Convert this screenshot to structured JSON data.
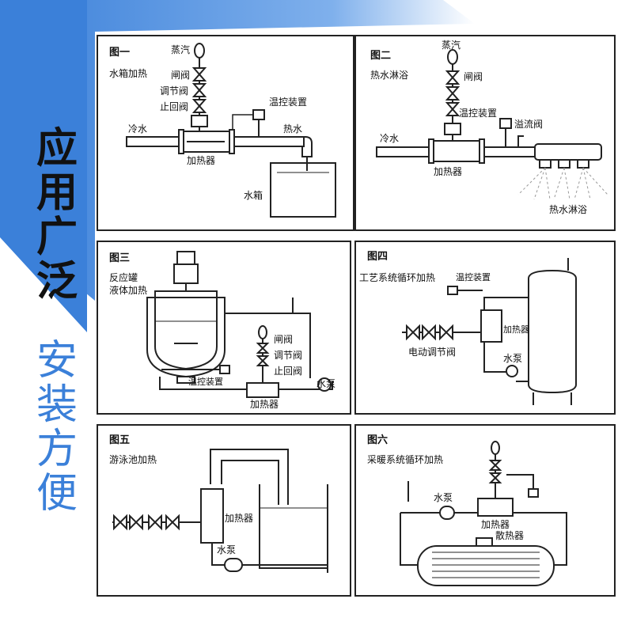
{
  "side_slogan": {
    "line1": [
      "应",
      "用",
      "广",
      "泛"
    ],
    "line2": [
      "安",
      "装",
      "方",
      "便"
    ]
  },
  "colors": {
    "accent_blue": "#3b80d9",
    "line": "#222222"
  },
  "panels": [
    {
      "id": "fig1",
      "figure": "图一",
      "title": "水箱加热",
      "labels": {
        "steam": "蒸汽",
        "gate_valve": "闸阀",
        "regulating_valve": "调节阀",
        "check_valve": "止回阀",
        "temp_control": "温控装置",
        "cold_water": "冷水",
        "hot_water": "热水",
        "heater": "加热器",
        "water_tank": "水箱"
      }
    },
    {
      "id": "fig2",
      "figure": "图二",
      "title": "热水淋浴",
      "labels": {
        "steam": "蒸汽",
        "gate_valve": "闸阀",
        "temp_control": "温控装置",
        "overflow_valve": "溢流阀",
        "cold_water": "冷水",
        "heater": "加热器",
        "hot_shower": "热水淋浴"
      }
    },
    {
      "id": "fig3",
      "figure": "图三",
      "title": "反应罐",
      "subtitle": "液体加热",
      "labels": {
        "gate_valve": "闸阀",
        "regulating_valve": "调节阀",
        "check_valve": "止回阀",
        "temp_control": "温控装置",
        "pump": "水泵",
        "heater": "加热器"
      }
    },
    {
      "id": "fig4",
      "figure": "图四",
      "title": "工艺系统循环加热",
      "labels": {
        "temp_control": "温控装置",
        "heater": "加热器",
        "electric_valve": "电动调节阀",
        "pump": "水泵"
      }
    },
    {
      "id": "fig5",
      "figure": "图五",
      "title": "游泳池加热",
      "labels": {
        "heater": "加热器",
        "pump": "水泵"
      }
    },
    {
      "id": "fig6",
      "figure": "图六",
      "title": "采暖系统循环加热",
      "labels": {
        "pump": "水泵",
        "heater": "加热器",
        "radiator": "散热器"
      }
    }
  ]
}
